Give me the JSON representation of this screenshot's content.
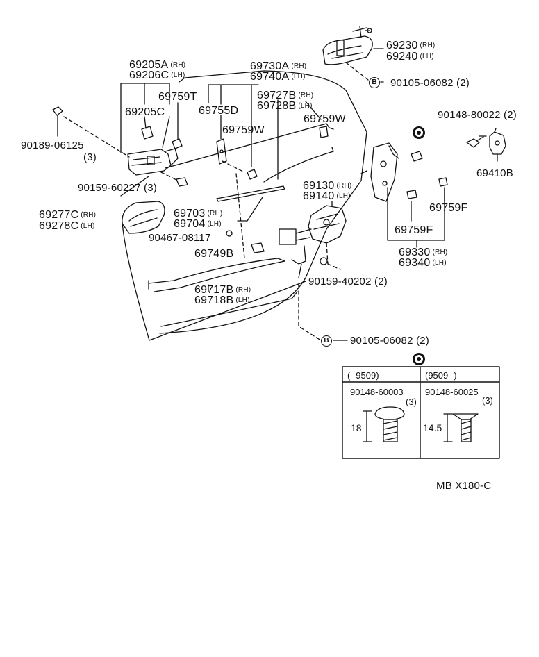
{
  "parts": {
    "outside_handle_rh": "69230",
    "outside_handle_lh": "69240",
    "handle_rh_tag": "(RH)",
    "handle_lh_tag": "(LH)",
    "bolt_top": "90105-06082",
    "bolt_top_qty": "(2)",
    "screw_right": "90148-80022",
    "screw_right_qty": "(2)",
    "striker": "69410B",
    "inside_handle_a": "69205A",
    "inside_handle_c": "69206C",
    "inside_handle_a_tag": "(RH)",
    "inside_handle_c_tag": "(LH)",
    "rod_69730a": "69730A",
    "rod_69740a": "69740A",
    "rod_69730a_tag": "(RH)",
    "rod_69740a_tag": "(LH)",
    "clip_69759t": "69759T",
    "rod_69727b": "69727B",
    "rod_69728b": "69728B",
    "rod_69727b_tag": "(RH)",
    "rod_69728b_tag": "(LH)",
    "bezel_69205c": "69205C",
    "clip_69755d": "69755D",
    "clip_69759w_right": "69759W",
    "clip_69759w_mid": "69759W",
    "screw_left": "90189-06125",
    "screw_left_qty": "(3)",
    "screw_mid": "90159-60227",
    "screw_mid_qty": "(3)",
    "lock_69130": "69130",
    "lock_69140": "69140",
    "lock_69130_tag": "(RH)",
    "lock_69140_tag": "(LH)",
    "bezel_69277c": "69277C",
    "bezel_69278c": "69278C",
    "bezel_69277c_tag": "(RH)",
    "bezel_69278c_tag": "(LH)",
    "rod_69703": "69703",
    "rod_69704": "69704",
    "rod_69703_tag": "(RH)",
    "rod_69704_tag": "(LH)",
    "clip_69759f_right": "69759F",
    "clip_69759f_mid": "69759F",
    "clip_90467": "90467-08117",
    "clip_69749b": "69749B",
    "lock_69330": "69330",
    "lock_69340": "69340",
    "lock_69330_tag": "(RH)",
    "lock_69340_tag": "(LH)",
    "screw_lower": "90159-40202",
    "screw_lower_qty": "(2)",
    "rod_69717b": "69717B",
    "rod_69718b": "69718B",
    "rod_69717b_tag": "(RH)",
    "rod_69718b_tag": "(LH)",
    "bolt_bottom": "90105-06082",
    "bolt_bottom_qty": "(2)",
    "badge_letter": "B"
  },
  "table": {
    "col1_header": "(      -9509)",
    "col2_header": "(9509-        )",
    "col1_part": "90148-60003",
    "col1_qty": "(3)",
    "col2_part": "90148-60025",
    "col2_qty": "(3)",
    "col1_dim": "18",
    "col2_dim": "14.5"
  },
  "footer": {
    "code": "MB  X180-C"
  }
}
